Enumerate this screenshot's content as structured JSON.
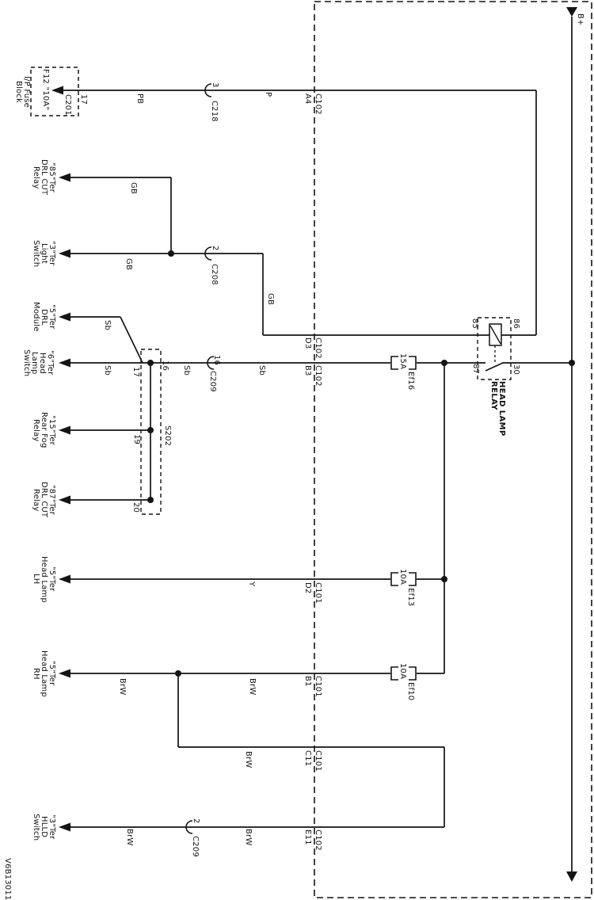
{
  "power": {
    "bus_label": "B+"
  },
  "footer": {
    "drawing_number": "V6B13011"
  },
  "fuse_block": {
    "label": "I/P Fuse\nBlock",
    "fuse": "F12 \"10A\"",
    "connector": "C201",
    "pin": "17"
  },
  "terminals": [
    "\"85\"Ter\nDRL CUT\nRelay",
    "\"3\"Ter\nLight\nSwitch",
    "\"5\"Ter\nDRL\nModule",
    "\"6\"Ter\nHead\nLamp\nSwitch",
    "\"15\"Ter\nRear Fog\nRelay",
    "\"87\"Ter\nDRL CUT\nRelay",
    "\"5\"Ter\nHead Lamp\nLH",
    "\"5\"Ter\nHead Lamp\nRH",
    "\"3\"Ter\nHLLD\nSwitch"
  ],
  "relay": {
    "name": "HEAD LAMP\nRELAY",
    "pin85": "85",
    "pin86": "86",
    "pin87": "87",
    "pin30": "30"
  },
  "splice": {
    "name": "S202",
    "pin17": "17",
    "pin16": "16",
    "pin19": "19",
    "pin20": "20"
  },
  "fuses": {
    "ef16": {
      "rating": "15A",
      "name": "Ef16"
    },
    "ef13": {
      "rating": "10A",
      "name": "Ef13"
    },
    "ef10": {
      "rating": "10A",
      "name": "Ef10"
    }
  },
  "connectors": {
    "c218": {
      "no": "3",
      "name": "C218"
    },
    "c208": {
      "no": "2",
      "name": "C208"
    },
    "c209_head": {
      "no": "16",
      "name": "C209"
    },
    "c209_hlld": {
      "no": "2",
      "name": "C209"
    }
  },
  "crossings": {
    "a4": {
      "conn": "C102",
      "pin": "A4"
    },
    "d3": {
      "conn": "C102",
      "pin": "D3"
    },
    "b3": {
      "conn": "C102",
      "pin": "B3"
    },
    "d2": {
      "conn": "C101",
      "pin": "D2"
    },
    "b1": {
      "conn": "C101",
      "pin": "B1"
    },
    "c11": {
      "conn": "C101",
      "pin": "C11"
    },
    "e11": {
      "conn": "C102",
      "pin": "E11"
    }
  },
  "wire_labels": {
    "pb": "PB",
    "p": "P",
    "gb_b": "GB",
    "gb_c": "GB",
    "gb_v": "GB",
    "sb_d": "Sb",
    "sb_e1": "Sb",
    "sb_e2": "Sb",
    "sb_e3": "Sb",
    "y": "Y",
    "brw_i1": "BrW",
    "brw_i2": "BrW",
    "brw_m": "BrW",
    "brw_j1": "BrW",
    "brw_j2": "BrW"
  },
  "colors": {
    "ink": "#141414",
    "background": "#ffffff"
  }
}
